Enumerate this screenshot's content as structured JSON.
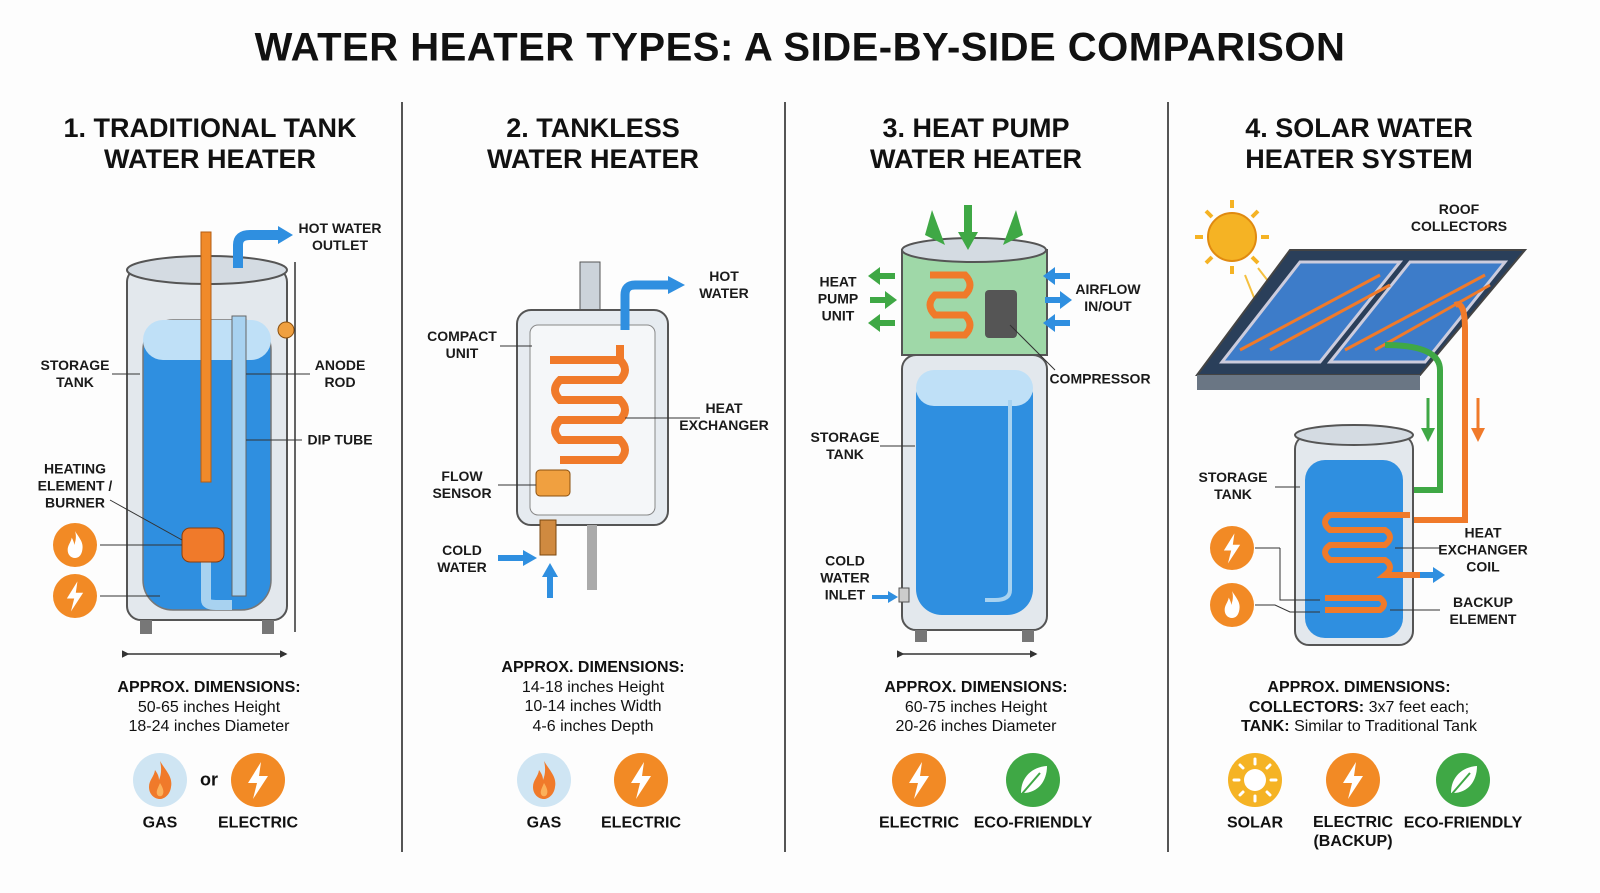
{
  "title": "WATER HEATER TYPES: A SIDE-BY-SIDE COMPARISON",
  "colors": {
    "water_blue": "#2f8fe0",
    "copper_orange": "#f07a2a",
    "eco_green": "#3fa845",
    "solar_yellow": "#f5b324",
    "steel_gray": "#c9d2da"
  },
  "panels": [
    {
      "title_line1": "1. TRADITIONAL TANK",
      "title_line2": "WATER HEATER",
      "labels": {
        "hot_outlet": "HOT WATER OUTLET",
        "storage_tank": "STORAGE TANK",
        "anode_rod": "ANODE ROD",
        "dip_tube": "DIP TUBE",
        "heating_element": "HEATING ELEMENT / BURNER"
      },
      "dims_heading": "APPROX. DIMENSIONS:",
      "dims": [
        "50-65 inches Height",
        "18-24 inches Diameter"
      ],
      "separator": "or",
      "icons": [
        {
          "icon": "flame-icon",
          "label": "GAS"
        },
        {
          "icon": "bolt-icon",
          "label": "ELECTRIC"
        }
      ]
    },
    {
      "title_line1": "2. TANKLESS",
      "title_line2": "WATER HEATER",
      "labels": {
        "hot_water": "HOT WATER",
        "compact_unit": "COMPACT UNIT",
        "heat_exchanger": "HEAT EXCHANGER",
        "flow_sensor": "FLOW SENSOR",
        "cold_water": "COLD WATER"
      },
      "dims_heading": "APPROX. DIMENSIONS:",
      "dims": [
        "14-18 inches Height",
        "10-14 inches Width",
        "4-6 inches Depth"
      ],
      "icons": [
        {
          "icon": "flame-icon",
          "label": "GAS"
        },
        {
          "icon": "bolt-icon",
          "label": "ELECTRIC"
        }
      ]
    },
    {
      "title_line1": "3. HEAT PUMP",
      "title_line2": "WATER HEATER",
      "labels": {
        "heat_pump_unit": "HEAT PUMP UNIT",
        "airflow": "AIRFLOW IN/OUT",
        "compressor": "COMPRESSOR",
        "storage_tank": "STORAGE TANK",
        "cold_inlet": "COLD WATER INLET"
      },
      "dims_heading": "APPROX. DIMENSIONS:",
      "dims": [
        "60-75 inches Height",
        "20-26 inches Diameter"
      ],
      "icons": [
        {
          "icon": "bolt-icon",
          "label": "ELECTRIC"
        },
        {
          "icon": "leaf-icon",
          "label": "ECO-FRIENDLY"
        }
      ]
    },
    {
      "title_line1": "4. SOLAR WATER",
      "title_line2": "HEATER SYSTEM",
      "labels": {
        "roof_collectors": "ROOF COLLECTORS",
        "storage_tank": "STORAGE TANK",
        "heat_exchanger_coil": "HEAT EXCHANGER COIL",
        "backup_element": "BACKUP ELEMENT"
      },
      "dims_heading": "APPROX. DIMENSIONS:",
      "dims_collectors_key": "COLLECTORS:",
      "dims_collectors_val": "3x7 feet each;",
      "dims_tank_key": "TANK:",
      "dims_tank_val": "Similar to Traditional Tank",
      "icons": [
        {
          "icon": "sun-icon",
          "label": "SOLAR"
        },
        {
          "icon": "bolt-icon",
          "label": "ELECTRIC",
          "label2": "(BACKUP)"
        },
        {
          "icon": "leaf-icon",
          "label": "ECO-FRIENDLY"
        }
      ]
    }
  ]
}
